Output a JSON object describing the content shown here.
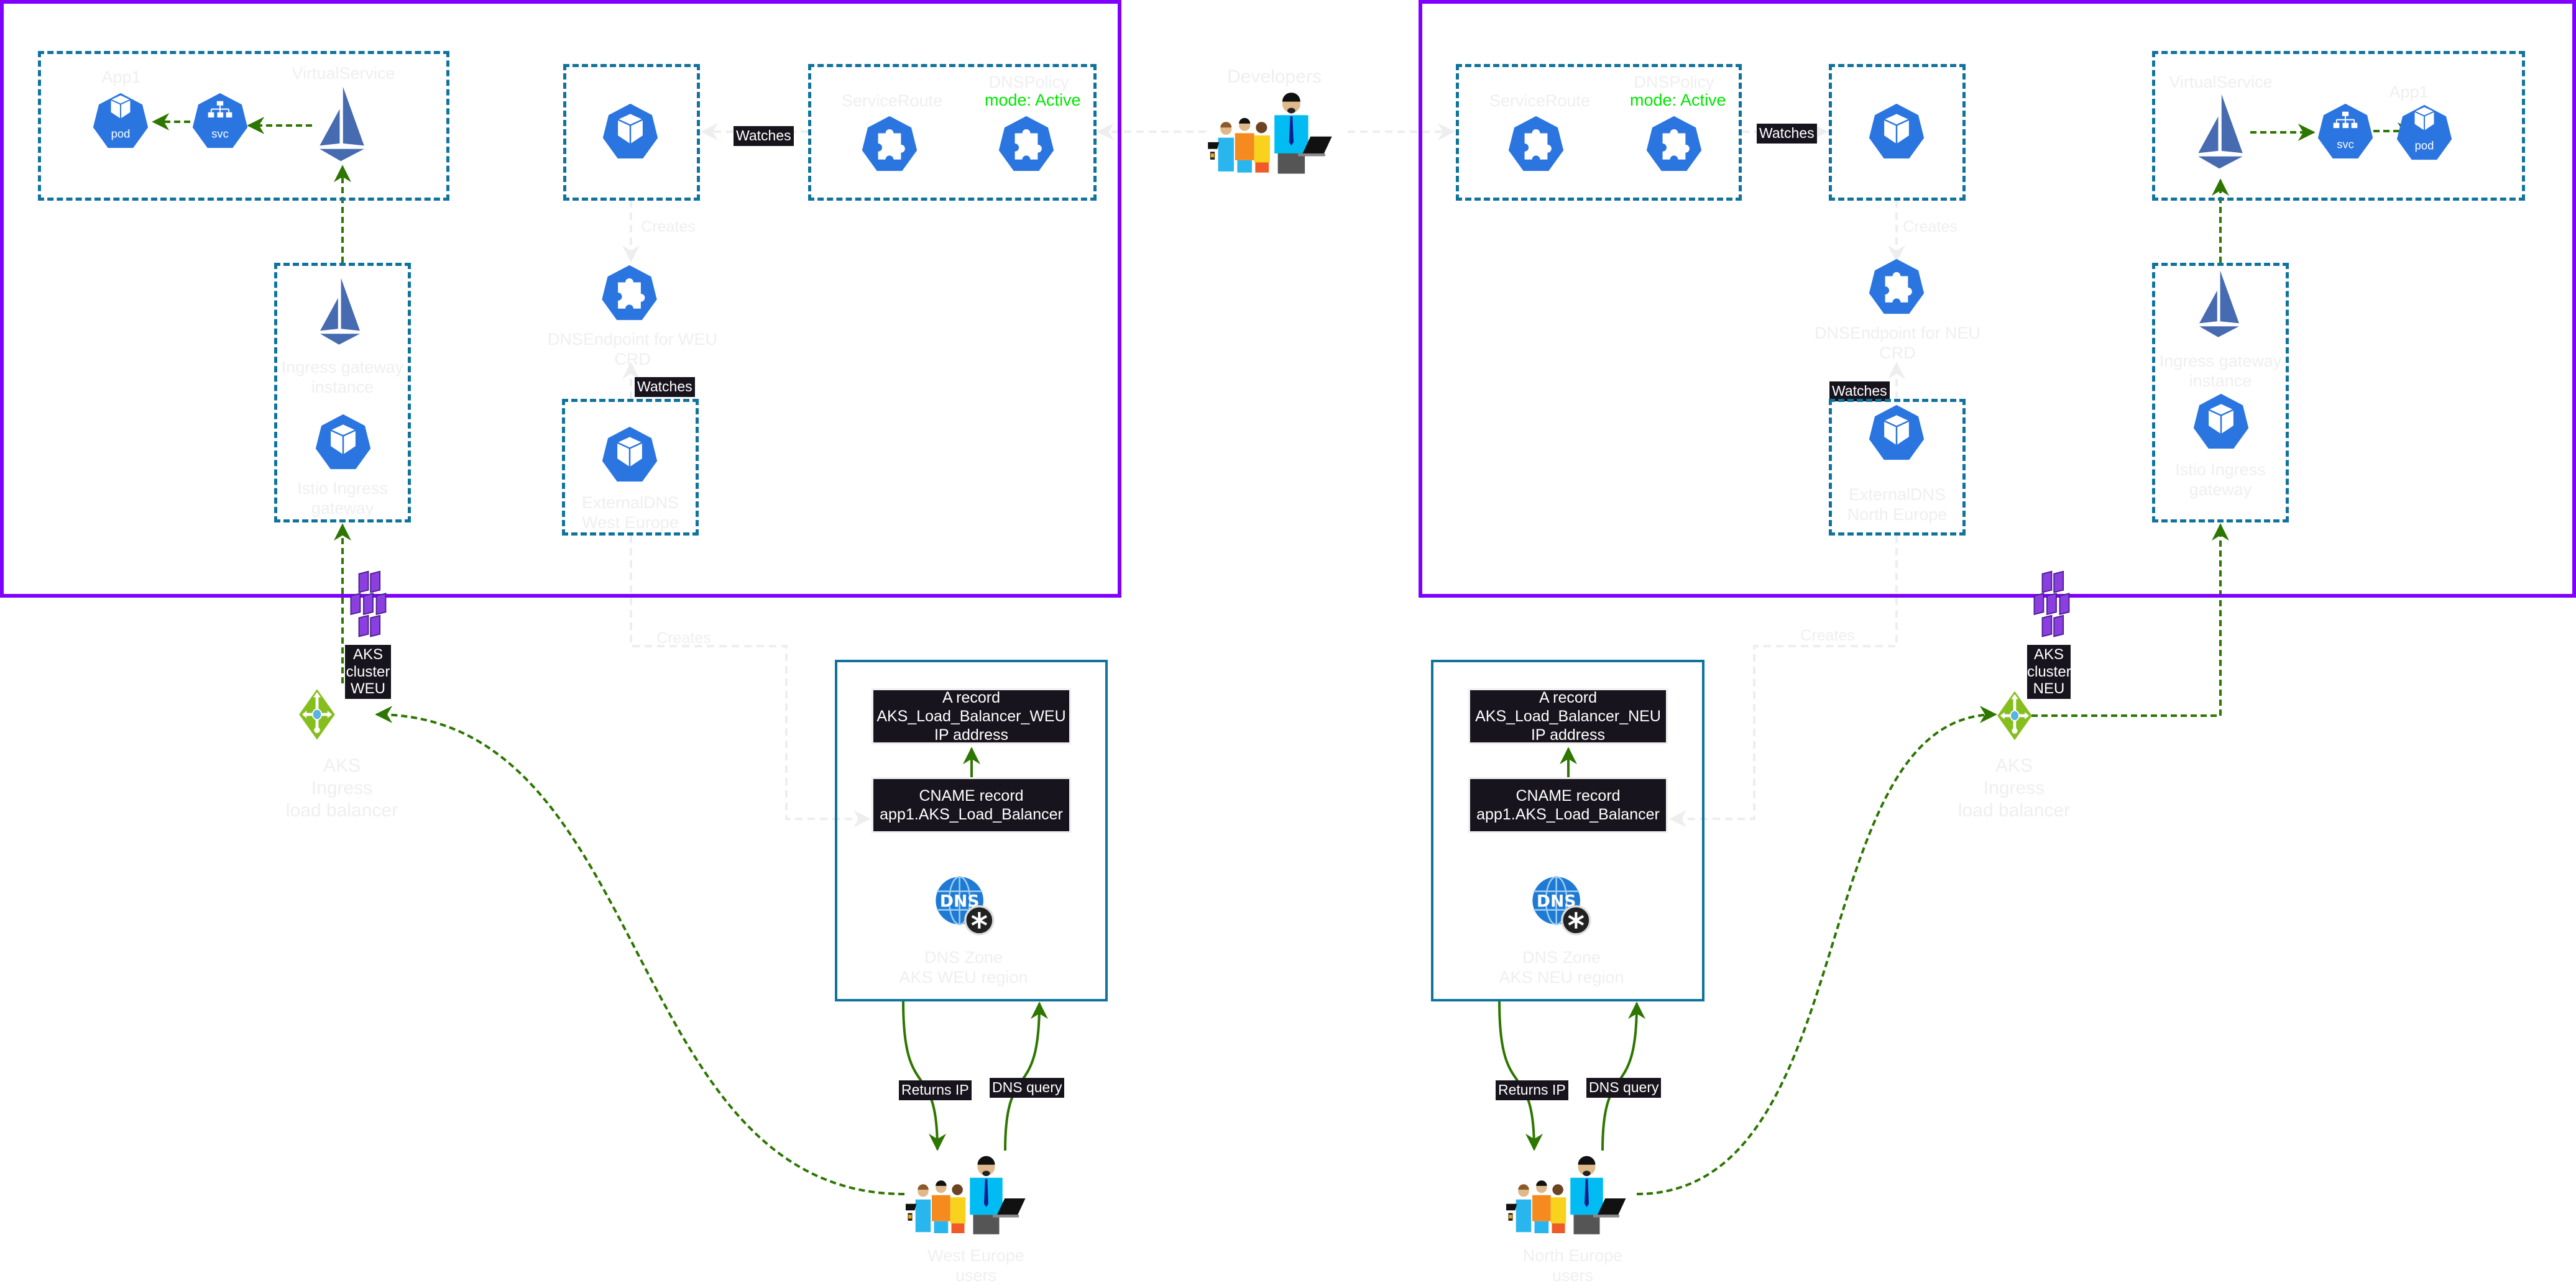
{
  "diagram_title": "",
  "colors": {
    "cluster_border": "#7f00ff",
    "group_border": "#10739e",
    "k8s_blue": "#2a75e0",
    "istio_blue": "#466bb0",
    "flow_green": "#2d7600",
    "label_bg": "#18141d",
    "mode_active": "#00e600",
    "faint_text": "#efefef"
  },
  "developers": {
    "label": "Developers",
    "icon": "people-group-icon"
  },
  "weu": {
    "app": {
      "title": "App1",
      "pod_label": "pod",
      "svc_label": "svc"
    },
    "virtual_service": {
      "label": "VirtualService",
      "icon": "istio-sail-icon"
    },
    "ingress_gateway_instance": {
      "label_line1": "Ingress gateway",
      "label_line2": "instance"
    },
    "istio_ingress_gateway": {
      "label_line1": "Istio Ingress",
      "label_line2": "gateway"
    },
    "service_route": {
      "label": "ServiceRoute"
    },
    "dns_policy": {
      "label": "DNSPolicy",
      "mode": "mode: Active"
    },
    "watches_top": "Watches",
    "creates_top": "Creates",
    "dns_endpoint": {
      "label_line1": "DNSEndpoint for WEU",
      "label_line2": "CRD"
    },
    "watches_mid": "Watches",
    "external_dns": {
      "label_line1": "ExternalDNS",
      "label_line2": "West Europe"
    },
    "aks_cluster": {
      "label_line1": "AKS cluster",
      "label_line2": "WEU"
    },
    "load_balancer": {
      "label_line1": "AKS",
      "label_line2": "Ingress",
      "label_line3": "load balancer"
    },
    "creates_bottom": "Creates",
    "a_record": {
      "line1": "A record",
      "line2": "AKS_Load_Balancer_WEU",
      "line3": "IP address"
    },
    "cname_record": {
      "line1": "CNAME record",
      "line2": "app1.AKS_Load_Balancer"
    },
    "dns_zone": {
      "label_line1": "DNS Zone",
      "label_line2": "AKS WEU region",
      "icon_text": "DNS"
    },
    "returns_ip": "Returns IP",
    "dns_query": "DNS query",
    "users": {
      "label_line1": "West Europe",
      "label_line2": "users"
    }
  },
  "neu": {
    "app": {
      "title": "App1",
      "pod_label": "pod",
      "svc_label": "svc"
    },
    "virtual_service": {
      "label": "VirtualService",
      "icon": "istio-sail-icon"
    },
    "ingress_gateway_instance": {
      "label_line1": "Ingress gateway",
      "label_line2": "instance"
    },
    "istio_ingress_gateway": {
      "label_line1": "Istio Ingress",
      "label_line2": "gateway"
    },
    "service_route": {
      "label": "ServiceRoute"
    },
    "dns_policy": {
      "label": "DNSPolicy",
      "mode": "mode: Active"
    },
    "watches_top": "Watches",
    "creates_top": "Creates",
    "dns_endpoint": {
      "label_line1": "DNSEndpoint for NEU",
      "label_line2": "CRD"
    },
    "watches_mid": "Watches",
    "external_dns": {
      "label_line1": "ExternalDNS",
      "label_line2": "North Europe"
    },
    "aks_cluster": {
      "label_line1": "AKS cluster",
      "label_line2": "NEU"
    },
    "load_balancer": {
      "label_line1": "AKS",
      "label_line2": "Ingress",
      "label_line3": "load balancer"
    },
    "creates_bottom": "Creates",
    "a_record": {
      "line1": "A record",
      "line2": "AKS_Load_Balancer_NEU",
      "line3": "IP address"
    },
    "cname_record": {
      "line1": "CNAME record",
      "line2": "app1.AKS_Load_Balancer"
    },
    "dns_zone": {
      "label_line1": "DNS Zone",
      "label_line2": "AKS NEU region",
      "icon_text": "DNS"
    },
    "returns_ip": "Returns IP",
    "dns_query": "DNS query",
    "users": {
      "label_line1": "North Europe",
      "label_line2": "users"
    }
  }
}
